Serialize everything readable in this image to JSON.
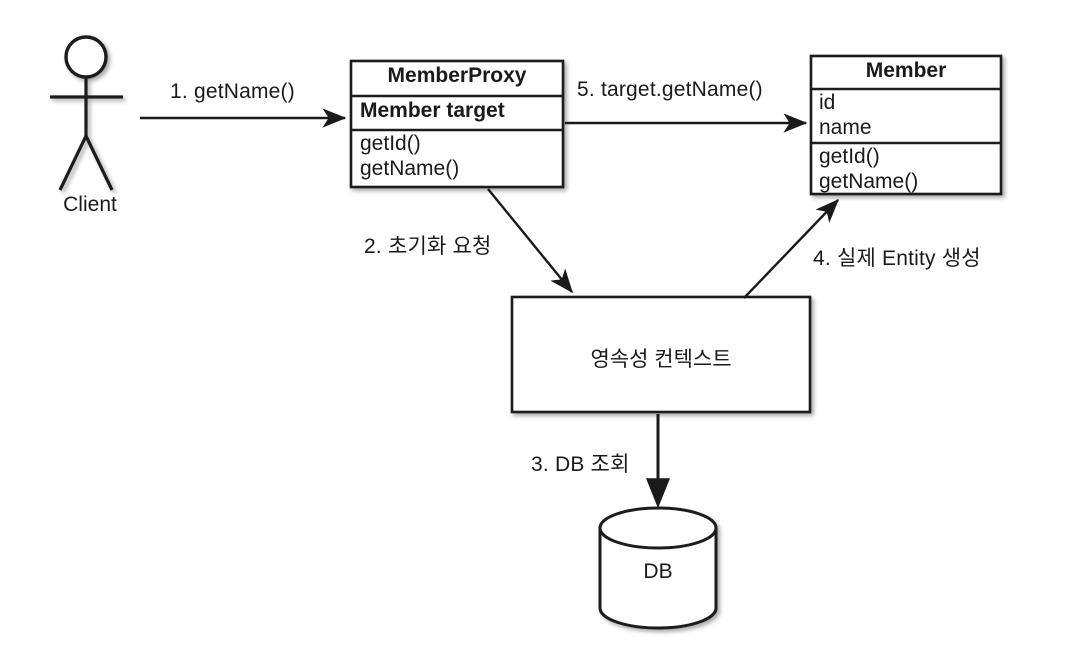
{
  "diagram": {
    "title": "JPA Lazy Loading Proxy Sequence Diagram",
    "stroke_color": "#1a1a1a",
    "fill_color": "#ffffff",
    "text_color": "#1a1a1a"
  },
  "actor": {
    "name": "actor-client",
    "label": "Client"
  },
  "classes": [
    {
      "name": "member-proxy-class",
      "title": "MemberProxy",
      "attributes": [
        "Member target"
      ],
      "methods": [
        "getId()",
        "getName()"
      ]
    },
    {
      "name": "member-class",
      "title": "Member",
      "attributes": [
        "id",
        "name"
      ],
      "methods": [
        "getId()",
        "getName()"
      ]
    }
  ],
  "nodes": {
    "persistence_context": {
      "label": "영속성 컨텍스트"
    },
    "database": {
      "label": "DB"
    }
  },
  "messages": [
    {
      "id": "msg-1",
      "label": "1. getName()"
    },
    {
      "id": "msg-2",
      "label": "2. 초기화 요청"
    },
    {
      "id": "msg-3",
      "label": "3. DB 조회"
    },
    {
      "id": "msg-4",
      "label": "4. 실제 Entity 생성"
    },
    {
      "id": "msg-5",
      "label": "5. target.getName()"
    }
  ]
}
